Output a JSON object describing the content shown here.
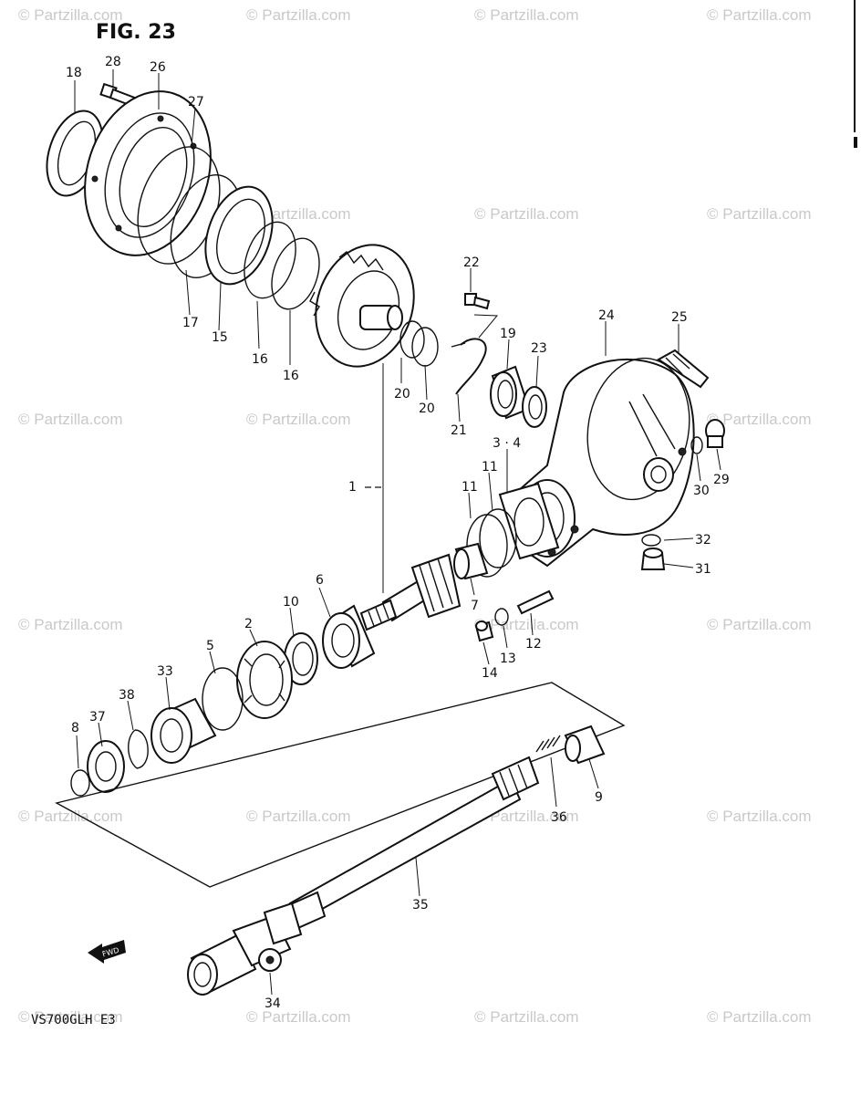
{
  "figure": {
    "title": "FIG. 23",
    "model": "VS700GLH  E3"
  },
  "watermark": {
    "text": "© Partzilla.com"
  },
  "fwd_arrow": {
    "text": "FWD"
  },
  "callouts": [
    "18",
    "28",
    "26",
    "27",
    "17",
    "15",
    "16",
    "16",
    "20",
    "20",
    "21",
    "22",
    "19",
    "23",
    "24",
    "25",
    "3 · 4",
    "29",
    "30",
    "32",
    "31",
    "1",
    "11",
    "11",
    "7",
    "12",
    "13",
    "14",
    "6",
    "10",
    "2",
    "5",
    "33",
    "38",
    "37",
    "8",
    "9",
    "36",
    "35",
    "34"
  ]
}
